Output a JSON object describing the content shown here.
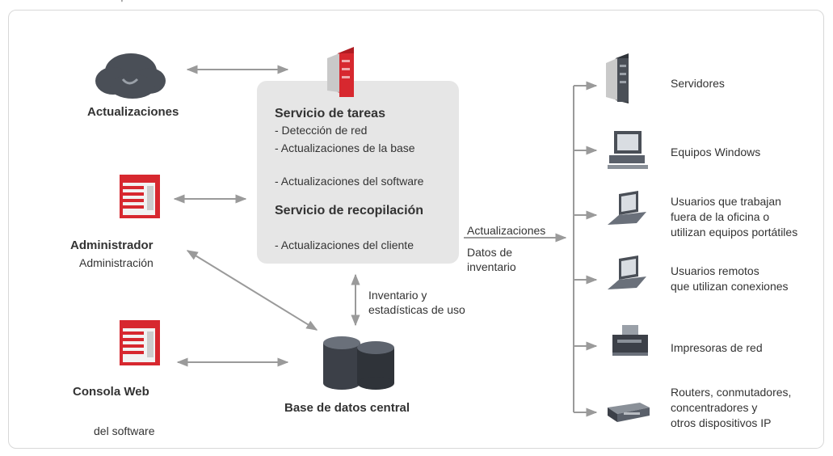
{
  "top_fragment": "'",
  "left": {
    "actualizaciones": "Actualizaciones",
    "administrador": "Administrador",
    "administracion": "Administración",
    "consola_web": "Consola Web",
    "del_software": "del software"
  },
  "center": {
    "servicio_tareas": "Servicio de tareas",
    "items": [
      "- Detección de red",
      "- Actualizaciones de la base",
      "- Actualizaciones del software"
    ],
    "servicio_recopilacion": "Servicio de recopilación",
    "item_cliente": "- Actualizaciones del cliente"
  },
  "links": {
    "actualizaciones": "Actualizaciones",
    "datos_inventario": [
      "Datos de",
      "inventario"
    ],
    "inventario_estadisticas": [
      "Inventario y",
      "estadísticas de uso"
    ]
  },
  "database": {
    "label": "Base de datos central"
  },
  "devices": [
    {
      "icon": "server-icon",
      "lines": [
        "Servidores"
      ]
    },
    {
      "icon": "desktop-computer-icon",
      "lines": [
        "Equipos Windows"
      ]
    },
    {
      "icon": "laptop-icon",
      "lines": [
        "Usuarios que trabajan",
        "fuera de la oficina o",
        "utilizan equipos portátiles"
      ]
    },
    {
      "icon": "laptop-icon",
      "lines": [
        "Usuarios remotos",
        "que utilizan conexiones"
      ]
    },
    {
      "icon": "printer-icon",
      "lines": [
        "Impresoras de red"
      ]
    },
    {
      "icon": "router-icon",
      "lines": [
        "Routers, conmutadores,",
        "concentradores y",
        "otros dispositivos IP"
      ]
    }
  ],
  "colors": {
    "accent_red": "#d7282f",
    "arrow_gray": "#9a9a9a",
    "box_gray": "#e6e6e6",
    "icon_dark": "#4a4f57"
  }
}
